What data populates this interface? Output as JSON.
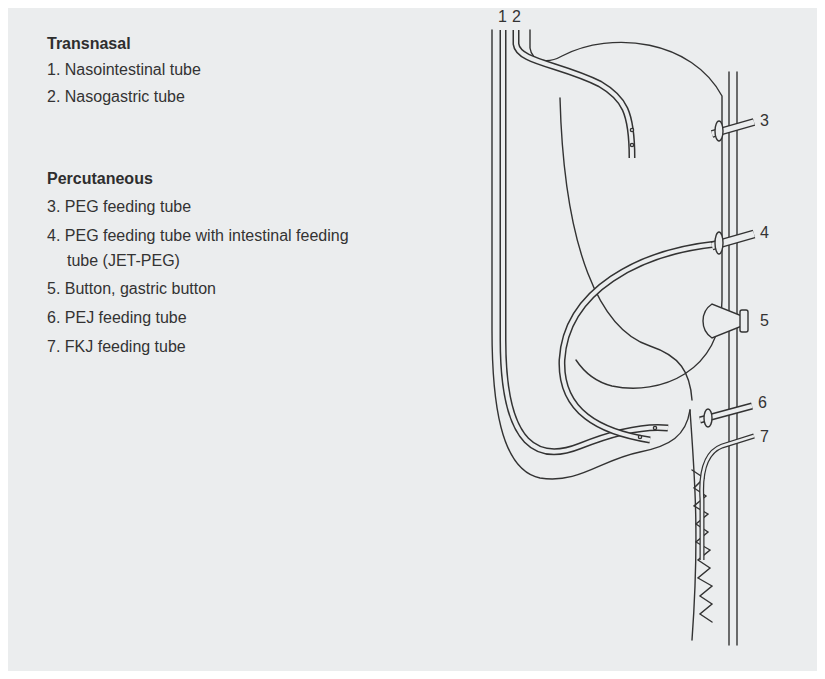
{
  "diagram": {
    "labels": [
      "Transnasal",
      "1. Nasointestinal tube",
      "2. Nasogastric tube",
      "Percutaneous",
      "3. PEG feeding tube",
      "4. PEG feeding tube with intestinal feeding tube (JET-PEG)",
      "5. Button, gastric button",
      "6. PEJ feeding tube",
      "7. FKJ feeding tube",
      "1",
      "2",
      "3",
      "4",
      "5",
      "6",
      "7"
    ]
  }
}
